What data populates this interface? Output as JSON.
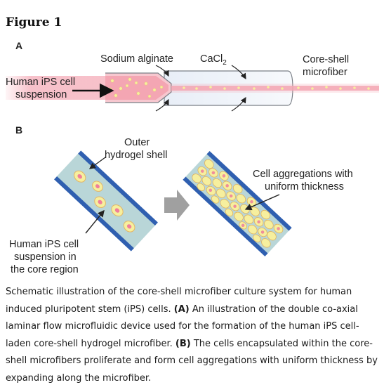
{
  "figure": {
    "title": "Figure 1",
    "panel_a": {
      "label": "A",
      "sodium_alginate": "Sodium alginate",
      "cacl2_base": "CaCl",
      "cacl2_sub": "2",
      "core_shell_line1": "Core-shell",
      "core_shell_line2": "microfiber",
      "ips_line1": "Human iPS cell",
      "ips_line2": "suspension"
    },
    "panel_b": {
      "label": "B",
      "outer_line1": "Outer",
      "outer_line2": "hydrogel shell",
      "agg_line1": "Cell aggregations with",
      "agg_line2": "uniform thickness",
      "core_line1": "Human iPS cell",
      "core_line2": "suspension in",
      "core_line3": "the core region"
    }
  },
  "caption": {
    "intro": "Schematic illustration of the core-shell microfiber culture system for human induced pluripotent stem (iPS) cells. ",
    "a_label": "(A)",
    "a_text": " An illustration of the double co-axial laminar flow microfluidic device used for the formation of the human iPS cell-laden core-shell hydrogel microfiber. ",
    "b_label": "(B)",
    "b_text": " The cells encapsulated within the core-shell microfibers proliferate and form cell aggregations with uniform thickness by expanding along the microfiber."
  },
  "colors": {
    "pink_core": "#f4a6b3",
    "shell_blue": "#2f5fb0",
    "gel_fill": "#b9d6d8",
    "cell_yellow": "#f6ef9e",
    "arrow_gray": "#a0a0a0"
  }
}
